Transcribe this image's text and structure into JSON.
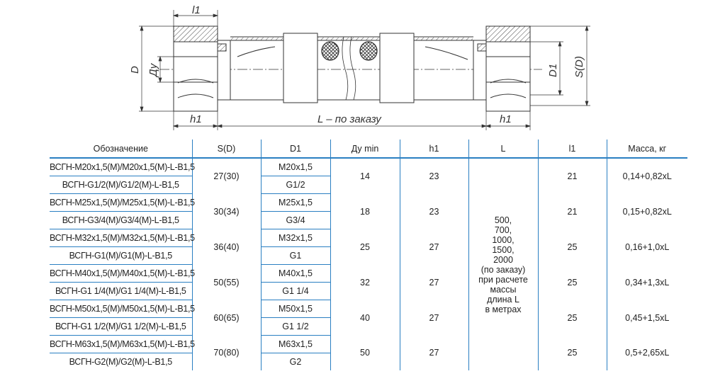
{
  "drawing": {
    "labels": {
      "l1": "l1",
      "D": "D",
      "Dy": "Ду",
      "h1_left": "h1",
      "L_text": "L – по заказу",
      "h1_right": "h1",
      "D1": "D1",
      "SD": "S(D)"
    }
  },
  "table": {
    "headers": [
      "Обозначение",
      "S(D)",
      "D1",
      "Ду min",
      "h1",
      "L",
      "l1",
      "Масса, кг"
    ],
    "L_note": "500,\n700,\n1000,\n1500,\n2000\n(по заказу)\nпри расчете\nмассы\nдлина L\nв метрах",
    "groups": [
      {
        "name1": "ВСГН-М20х1,5(М)/М20х1,5(М)-L-В1,5",
        "name2": "ВСГН-G1/2(М)/G1/2(М)-L-В1,5",
        "sd": "27(30)",
        "d1a": "М20х1,5",
        "d1b": "G1/2",
        "dy": "14",
        "h1": "23",
        "l1": "21",
        "mass": "0,14+0,82хL"
      },
      {
        "name1": "ВСГН-М25х1,5(М)/М25х1,5(М)-L-В1,5",
        "name2": "ВСГН-G3/4(М)/G3/4(М)-L-В1,5",
        "sd": "30(34)",
        "d1a": "М25х1,5",
        "d1b": "G3/4",
        "dy": "18",
        "h1": "23",
        "l1": "21",
        "mass": "0,15+0,82хL"
      },
      {
        "name1": "ВСГН-М32х1,5(М)/М32х1,5(М)-L-В1,5",
        "name2": "ВСГН-G1(М)/G1(М)-L-В1,5",
        "sd": "36(40)",
        "d1a": "М32х1,5",
        "d1b": "G1",
        "dy": "25",
        "h1": "27",
        "l1": "25",
        "mass": "0,16+1,0хL"
      },
      {
        "name1": "ВСГН-М40х1,5(М)/М40х1,5(М)-L-В1,5",
        "name2": "ВСГН-G1 1/4(М)/G1 1/4(М)-L-В1,5",
        "sd": "50(55)",
        "d1a": "М40х1,5",
        "d1b": "G1 1/4",
        "dy": "32",
        "h1": "27",
        "l1": "25",
        "mass": "0,34+1,3хL"
      },
      {
        "name1": "ВСГН-М50х1,5(М)/М50х1,5(М)-L-В1,5",
        "name2": "ВСГН-G1 1/2(М)/G1 1/2(М)-L-В1,5",
        "sd": "60(65)",
        "d1a": "М50х1,5",
        "d1b": "G1 1/2",
        "dy": "40",
        "h1": "27",
        "l1": "25",
        "mass": "0,45+1,5хL"
      },
      {
        "name1": "ВСГН-М63х1,5(М)/М63х1,5(М)-L-В1,5",
        "name2": "ВСГН-G2(М)/G2(М)-L-В1,5",
        "sd": "70(80)",
        "d1a": "М63х1,5",
        "d1b": "G2",
        "dy": "50",
        "h1": "27",
        "l1": "25",
        "mass": "0,5+2,65хL"
      }
    ]
  }
}
